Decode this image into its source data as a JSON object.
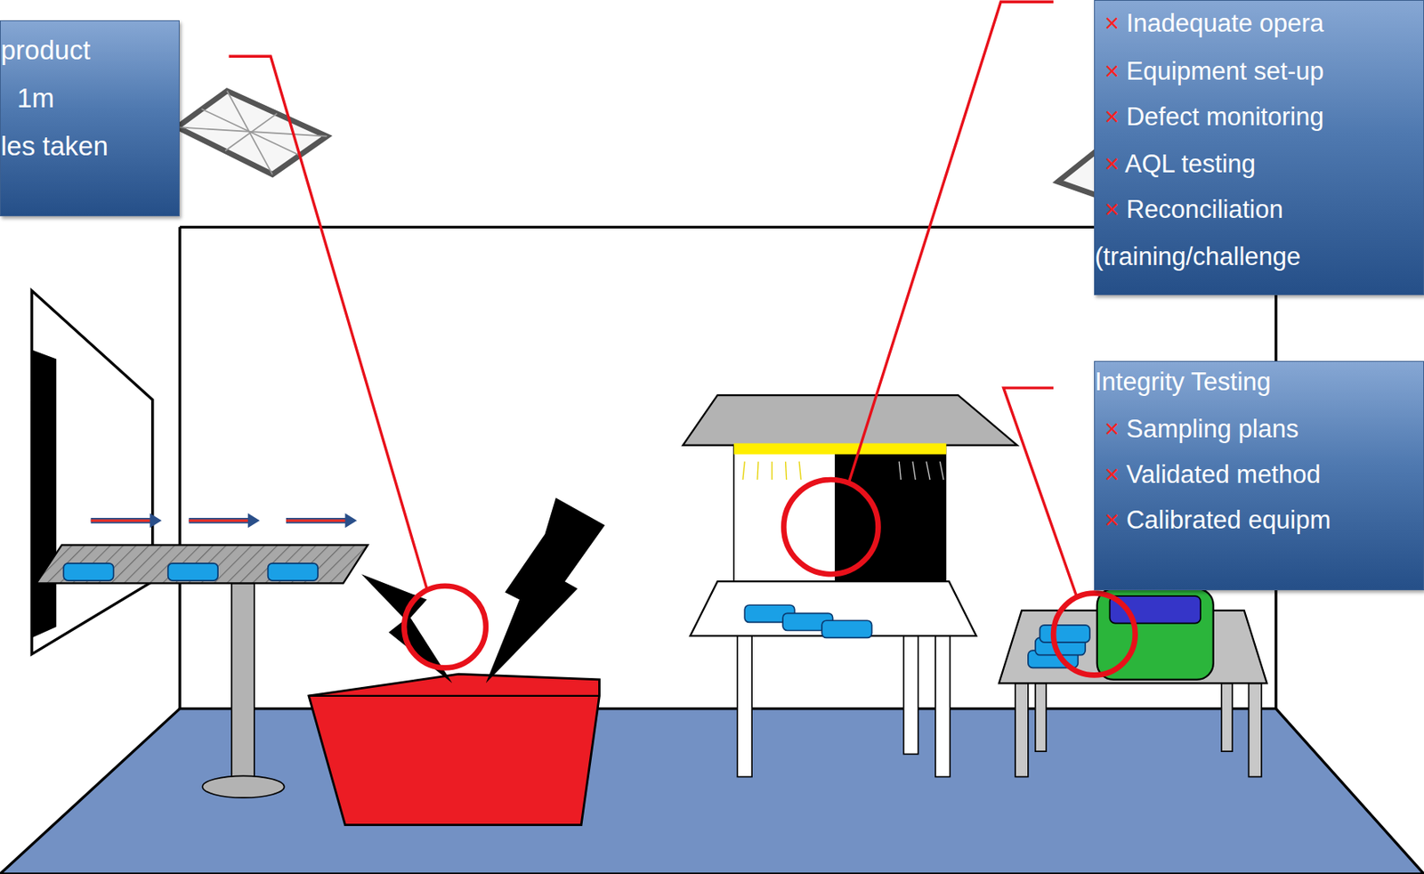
{
  "diagram": {
    "nodes": [
      {
        "text": [
          "product",
          "1m",
          "les taken"
        ]
      },
      {
        "text": [
          "× Inadequate opera",
          "× Equipment set-up",
          "× Defect monitoring",
          "× AQL testing",
          "× Reconciliation",
          "(training/challenge"
        ]
      },
      {
        "text": [
          "Integrity Testing",
          "× Sampling plans",
          "× Validated method",
          "× Calibrated equipm"
        ]
      }
    ]
  }
}
